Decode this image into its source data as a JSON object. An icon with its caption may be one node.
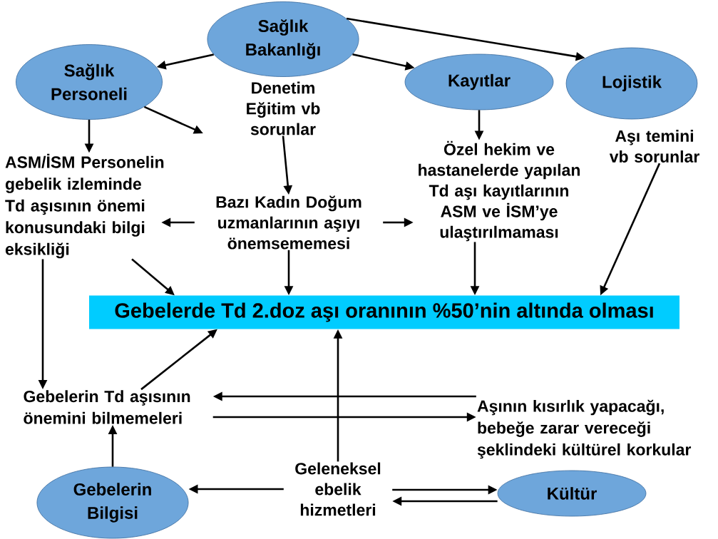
{
  "diagram": {
    "nodes": [
      {
        "text": [
          "Sağlık Bakanlığı"
        ]
      },
      {
        "text": [
          "Sağlık Personeli"
        ]
      },
      {
        "text": [
          "Kayıtlar"
        ]
      },
      {
        "text": [
          "Lojistik"
        ]
      },
      {
        "text": [
          "Denetim Eğitim vb sorunlar"
        ]
      },
      {
        "text": [
          "ASM/İSM Personelin gebelik izleminde Td aşısının önemi konusundaki bilgi eksikliği"
        ]
      },
      {
        "text": [
          "Bazı Kadın Doğum uzmanlarının aşıyı önemsememesi"
        ]
      },
      {
        "text": [
          "Özel hekim ve hastanelerde yapılan Td aşı kayıtlarının ASM ve İSM’ye ulaştırılmaması"
        ]
      },
      {
        "text": [
          "Aşı temini vb sorunlar"
        ]
      },
      {
        "text": [
          "Gebelerde Td 2.doz aşı oranının %50’nin altında olması"
        ]
      },
      {
        "text": [
          "Gebelerin Td aşısının önemini bilmemeleri"
        ]
      },
      {
        "text": [
          "Aşının kısırlık yapacağı, bebeğe zarar vereceği şeklindeki kültürel korkular"
        ]
      },
      {
        "text": [
          "Geleneksel ebelik hizmetleri"
        ]
      },
      {
        "text": [
          "Gebelerin Bilgisi"
        ]
      },
      {
        "text": [
          "Kültür"
        ]
      }
    ],
    "edges": [
      {
        "from": 0,
        "to": 1,
        "arrow": "to"
      },
      {
        "from": 0,
        "to": 2,
        "arrow": "to"
      },
      {
        "from": 0,
        "to": 3,
        "arrow": "to"
      },
      {
        "from": 1,
        "to": 5,
        "arrow": "to"
      },
      {
        "from": 1,
        "to": null,
        "arrow": "to"
      },
      {
        "from": 4,
        "to": 6,
        "arrow": "to"
      },
      {
        "from": 2,
        "to": 7,
        "arrow": "to"
      },
      {
        "from": 6,
        "to": 5,
        "arrow": "to"
      },
      {
        "from": 6,
        "to": 7,
        "arrow": "to"
      },
      {
        "from": 5,
        "to": 9,
        "arrow": "to"
      },
      {
        "from": 6,
        "to": 9,
        "arrow": "to"
      },
      {
        "from": 7,
        "to": 9,
        "arrow": "to"
      },
      {
        "from": 8,
        "to": 9,
        "arrow": "to"
      },
      {
        "from": 5,
        "to": 10,
        "arrow": "to"
      },
      {
        "from": 10,
        "to": 9,
        "arrow": "to"
      },
      {
        "from": 12,
        "to": 9,
        "arrow": "to"
      },
      {
        "from": 11,
        "to": 10,
        "arrow": "to"
      },
      {
        "from": 10,
        "to": 11,
        "arrow": "to"
      },
      {
        "from": 13,
        "to": 10,
        "arrow": "to"
      },
      {
        "from": 12,
        "to": 13,
        "arrow": "to"
      },
      {
        "from": 12,
        "to": 14,
        "arrow": "to"
      },
      {
        "from": 14,
        "to": 12,
        "arrow": "to"
      }
    ]
  }
}
